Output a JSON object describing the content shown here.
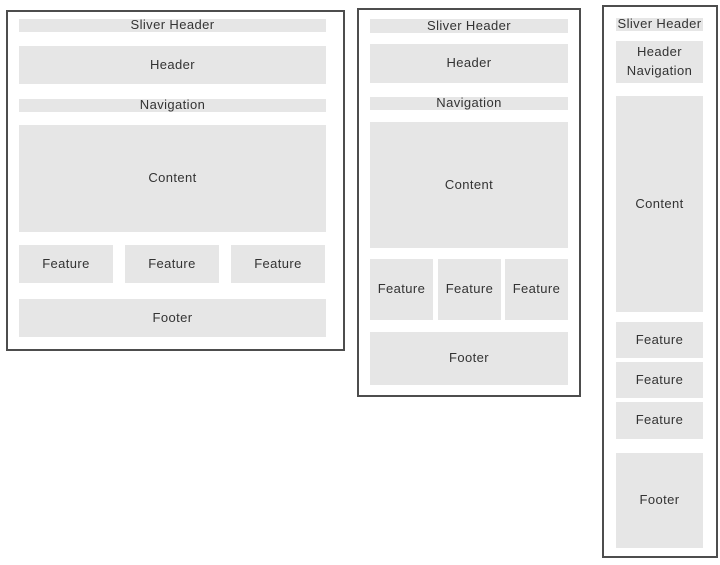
{
  "diagram": {
    "colors": {
      "background": "#ffffff",
      "block_fill": "#e6e6e6",
      "panel_border": "#4d4d4d",
      "text": "#333333"
    },
    "panels": {
      "desktop": {
        "sliver_header": "Sliver Header",
        "header": "Header",
        "navigation": "Navigation",
        "content": "Content",
        "features": [
          "Feature",
          "Feature",
          "Feature"
        ],
        "footer": "Footer"
      },
      "tablet": {
        "sliver_header": "Sliver Header",
        "header": "Header",
        "navigation": "Navigation",
        "content": "Content",
        "features": [
          "Feature",
          "Feature",
          "Feature"
        ],
        "footer": "Footer"
      },
      "mobile": {
        "sliver_header": "Sliver Header",
        "header_navigation": "Header Navigation",
        "content": "Content",
        "features": [
          "Feature",
          "Feature",
          "Feature"
        ],
        "footer": "Footer"
      }
    }
  }
}
